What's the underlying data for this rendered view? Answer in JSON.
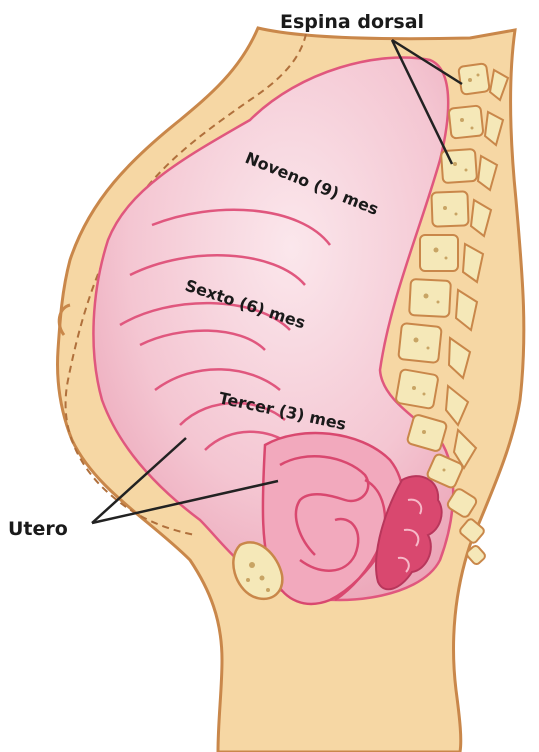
{
  "labels": {
    "spine": "Espina dorsal",
    "uterus": "Utero",
    "month9": "Noveno (9) mes",
    "month6": "Sexto (6) mes",
    "month3": "Tercer (3) mes"
  },
  "colors": {
    "skin": "#f6d7a4",
    "skin_outline": "#c9874a",
    "uterus_fill": "#f3c0cd",
    "uterus_glow": "#f8dde4",
    "uterus_outline": "#e0577e",
    "organ_dark": "#d9486f",
    "vertebra": "#f5e8b8",
    "vertebra_spot": "#c8a464",
    "dashed_outline": "#b0703c",
    "pointer": "#222222"
  }
}
